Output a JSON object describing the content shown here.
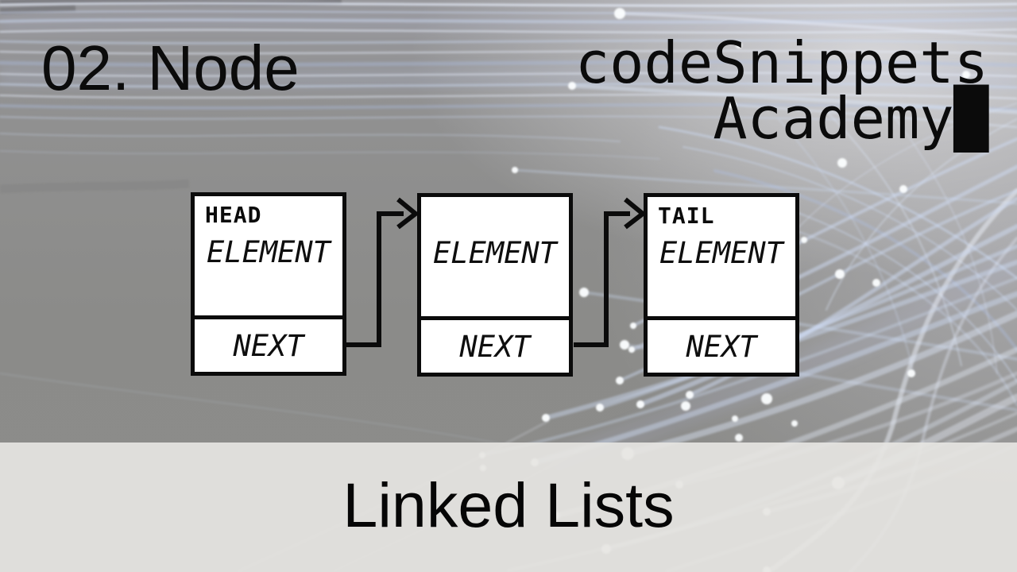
{
  "header": {
    "title": "02. Node"
  },
  "brand": {
    "line1": "codeSnippets",
    "line2": "Academy",
    "cursor": "█"
  },
  "diagram": {
    "nodes": [
      {
        "tag": "HEAD",
        "element_label": "ELEMENT",
        "next_label": "NEXT"
      },
      {
        "tag": "",
        "element_label": "ELEMENT",
        "next_label": "NEXT"
      },
      {
        "tag": "TAIL",
        "element_label": "ELEMENT",
        "next_label": "NEXT"
      }
    ]
  },
  "banner": {
    "caption": "Linked Lists"
  },
  "colors": {
    "background_gray": "#8b8b89",
    "banner_gray": "#e5e4e2",
    "node_fill": "#ffffff",
    "line_black": "#0b0b0b",
    "streak_blue": "#dce6f8"
  }
}
